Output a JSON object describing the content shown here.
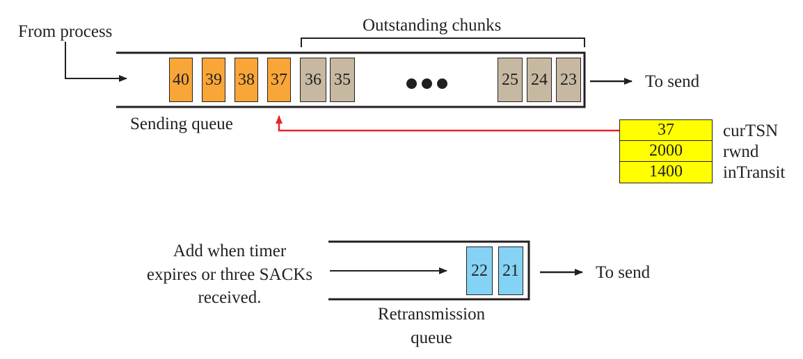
{
  "colors": {
    "sending_chunk": "#f9a638",
    "outstanding_chunk": "#c7b9a1",
    "retransmission_chunk": "#84d3f5",
    "variable_box": "#ffff00",
    "pointer_arrow": "#e3242b",
    "line": "#231f20"
  },
  "labels": {
    "from_process": "From process",
    "outstanding_chunks": "Outstanding chunks",
    "to_send_top": "To send",
    "sending_queue": "Sending queue",
    "add_note": [
      "Add when timer",
      "expires or three SACKs",
      "received."
    ],
    "to_send_bottom": "To send",
    "retransmission_queue": [
      "Retransmission",
      "queue"
    ]
  },
  "sending_queue": {
    "unsent": [
      "40",
      "39",
      "38",
      "37"
    ],
    "outstanding_left": [
      "36",
      "35"
    ],
    "ellipsis_icon": "three-dots",
    "outstanding_right": [
      "25",
      "24",
      "23"
    ]
  },
  "variables": [
    {
      "value": "37",
      "name": "curTSN"
    },
    {
      "value": "2000",
      "name": "rwnd"
    },
    {
      "value": "1400",
      "name": "inTransit"
    }
  ],
  "retransmission_queue": {
    "chunks": [
      "22",
      "21"
    ]
  }
}
